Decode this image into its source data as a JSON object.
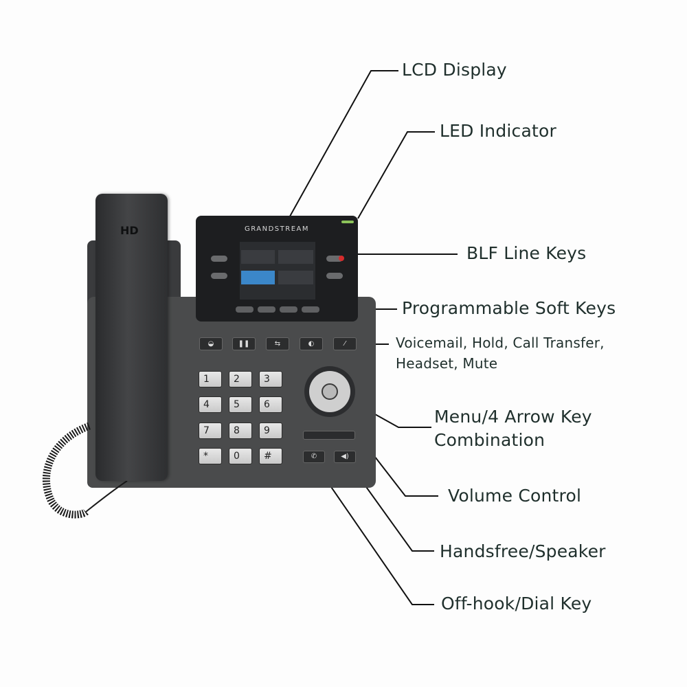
{
  "product": {
    "brand": "GRANDSTREAM",
    "handset_badge": "HD"
  },
  "callouts": [
    {
      "id": "lcd-display",
      "label": "LCD Display"
    },
    {
      "id": "led-indicator",
      "label": "LED Indicator"
    },
    {
      "id": "blf-line-keys",
      "label": "BLF Line Keys"
    },
    {
      "id": "programmable-soft-keys",
      "label": "Programmable Soft Keys"
    },
    {
      "id": "function-keys",
      "label_line1": "Voicemail, Hold, Call Transfer,",
      "label_line2": "Headset, Mute"
    },
    {
      "id": "menu-arrow-keys",
      "label_line1": "Menu/4 Arrow Key",
      "label_line2": "Combination"
    },
    {
      "id": "volume-control",
      "label": "Volume Control"
    },
    {
      "id": "handsfree-speaker",
      "label": "Handsfree/Speaker"
    },
    {
      "id": "off-hook-dial-key",
      "label": "Off-hook/Dial Key"
    }
  ],
  "function_keys": [
    "voicemail",
    "hold",
    "transfer",
    "headset",
    "mute"
  ],
  "function_key_glyphs": [
    "◒",
    "❚❚",
    "⇆",
    "◐",
    "⁄"
  ],
  "dialpad": [
    "1",
    "2",
    "3",
    "4",
    "5",
    "6",
    "7",
    "8",
    "9",
    "*",
    "0",
    "#"
  ],
  "colors": {
    "label_text": "#1f2f2c",
    "leader_line": "#111111",
    "led": "#8cc35a",
    "blf_red": "#d62c2c",
    "lcd_highlight": "#3b87c9"
  }
}
